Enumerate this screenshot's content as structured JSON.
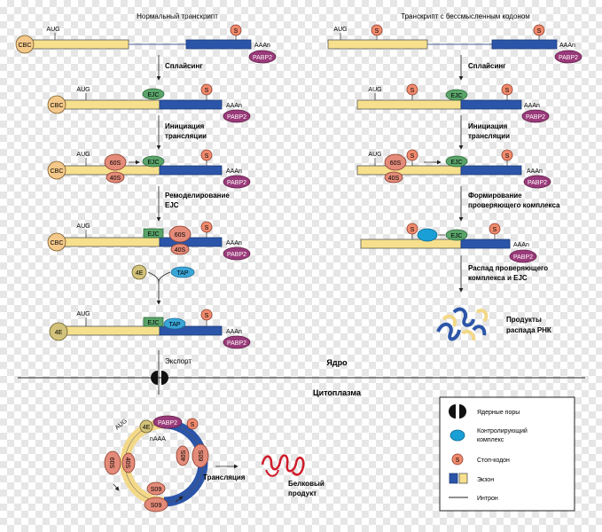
{
  "titles": {
    "left": "Нормальный транскрипт",
    "right": "Транскрипт с бессмысленным кодоном"
  },
  "labels": {
    "cbc": "CBC",
    "aug": "AUG",
    "stop": "S",
    "aaan": "AAAn",
    "pabp2": "PABP2",
    "ejc": "EJC",
    "r60s": "60S",
    "r40s": "40S",
    "e4": "4E",
    "tap": "TAP",
    "naaa": "nAAA",
    "s09": "S09"
  },
  "steps_left": {
    "splicing": "Сплайсинг",
    "init1": "Инициация",
    "init2": "трансляции",
    "remodel1": "Ремоделирование",
    "remodel2": "EJC",
    "export": "Экспорт"
  },
  "steps_right": {
    "splicing": "Сплайсинг",
    "init1": "Инициация",
    "init2": "трансляции",
    "form1": "Формирование",
    "form2": "проверяющего комплекса",
    "decay1": "Распад проверяющего",
    "decay2": "комплекса и EJC",
    "prod1": "Продукты",
    "prod2": "распада РНК"
  },
  "compartments": {
    "nucleus": "Ядро",
    "cytoplasm": "Цитоплазма"
  },
  "translation": {
    "label": "Трансляция",
    "product1": "Белковый",
    "product2": "продукт"
  },
  "legend": {
    "pores": "Ядерные поры",
    "control1": "Контролирующий",
    "control2": "комплекс",
    "stopcodon": "Стоп-кодон",
    "exon": "Экзон",
    "intron": "Интрон"
  },
  "colors": {
    "exon_yellow": "#f6e08d",
    "exon_blue": "#2b55a8",
    "ejc": "#5aa46a",
    "pabp2": "#9a3a7a",
    "ribosome": "#e38a78",
    "control_complex": "#1a9fd6"
  }
}
